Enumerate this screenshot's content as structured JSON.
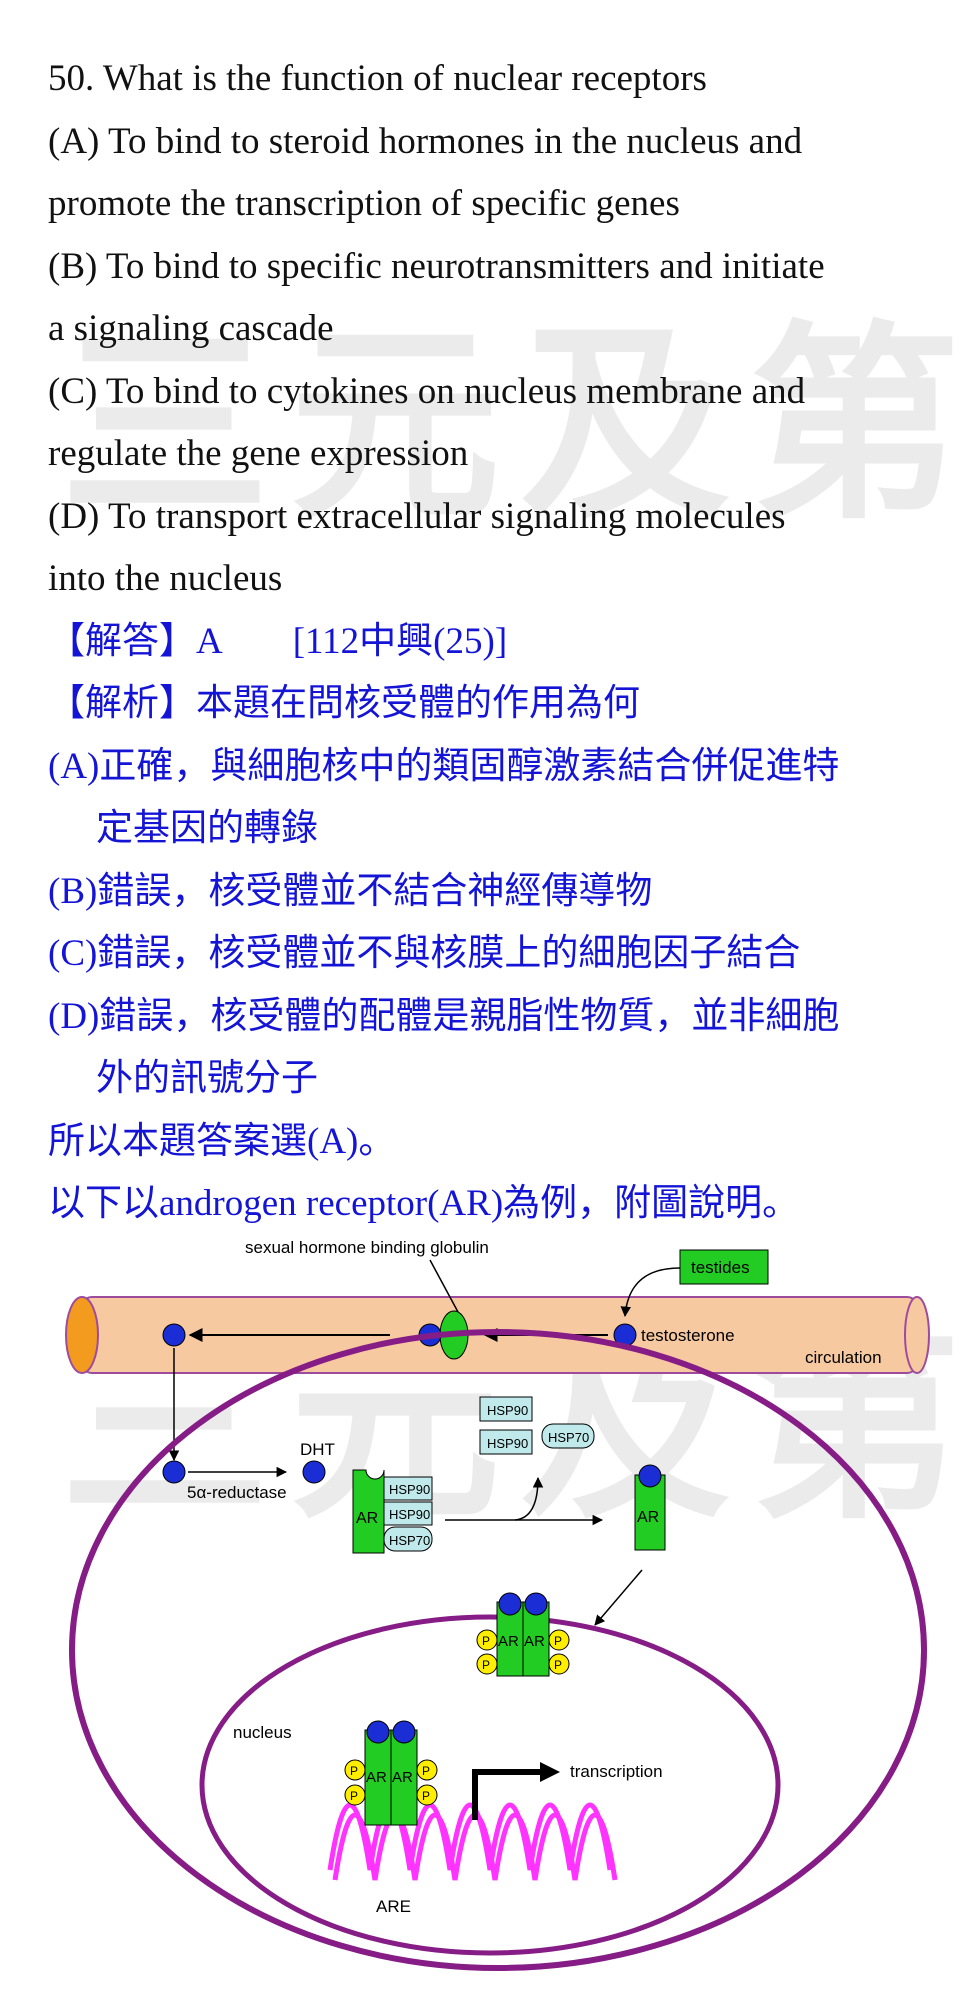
{
  "watermark": {
    "text": "三元及第"
  },
  "question": {
    "stem": "50. What is the function of nuclear receptors",
    "options": [
      {
        "lines": [
          "(A) To bind to steroid hormones in the nucleus and",
          "promote the transcription of specific genes"
        ]
      },
      {
        "lines": [
          "(B) To bind to specific neurotransmitters and initiate",
          "a signaling cascade"
        ]
      },
      {
        "lines": [
          "(C) To bind to cytokines on nucleus membrane and",
          "regulate the gene expression"
        ]
      },
      {
        "lines": [
          "(D) To transport extracellular signaling molecules",
          "into the nucleus"
        ]
      }
    ]
  },
  "answer": {
    "label": "【解答】A",
    "source": "[112中興(25)]",
    "analysis_title": "【解析】本題在問核受體的作用為何",
    "points": [
      {
        "lines": [
          "(A)正確，與細胞核中的類固醇激素結合併促進特",
          "定基因的轉錄"
        ]
      },
      {
        "lines": [
          "(B)錯誤，核受體並不結合神經傳導物"
        ]
      },
      {
        "lines": [
          "(C)錯誤，核受體並不與核膜上的細胞因子結合"
        ]
      },
      {
        "lines": [
          "(D)錯誤，核受體的配體是親脂性物質，並非細胞",
          "外的訊號分子"
        ]
      }
    ],
    "conclusion": "所以本題答案選(A)。",
    "figure_intro": "以下以androgen receptor(AR)為例，附圖說明。"
  },
  "diagram": {
    "shbg_label": "sexual hormone binding globulin",
    "testides_label": "testides",
    "testosterone_label": "testosterone",
    "circulation_label": "circulation",
    "dht_label": "DHT",
    "reductase_label": "5α-reductase",
    "hsp90_label": "HSP90",
    "hsp70_label": "HSP70",
    "ar_label": "AR",
    "p_label": "P",
    "nucleus_label": "nucleus",
    "transcription_label": "transcription",
    "are_label": "ARE",
    "colors": {
      "vessel_fill": "#f7c9a0",
      "vessel_stroke": "#9e4b9e",
      "vessel_end": "#f29b1f",
      "cell_stroke": "#861c86",
      "ligand": "#1b2ed6",
      "receptor": "#22cc22",
      "phosphate": "#ffee00",
      "dna": "#ff33ff",
      "hsp_box": "#bfe9ea"
    }
  }
}
